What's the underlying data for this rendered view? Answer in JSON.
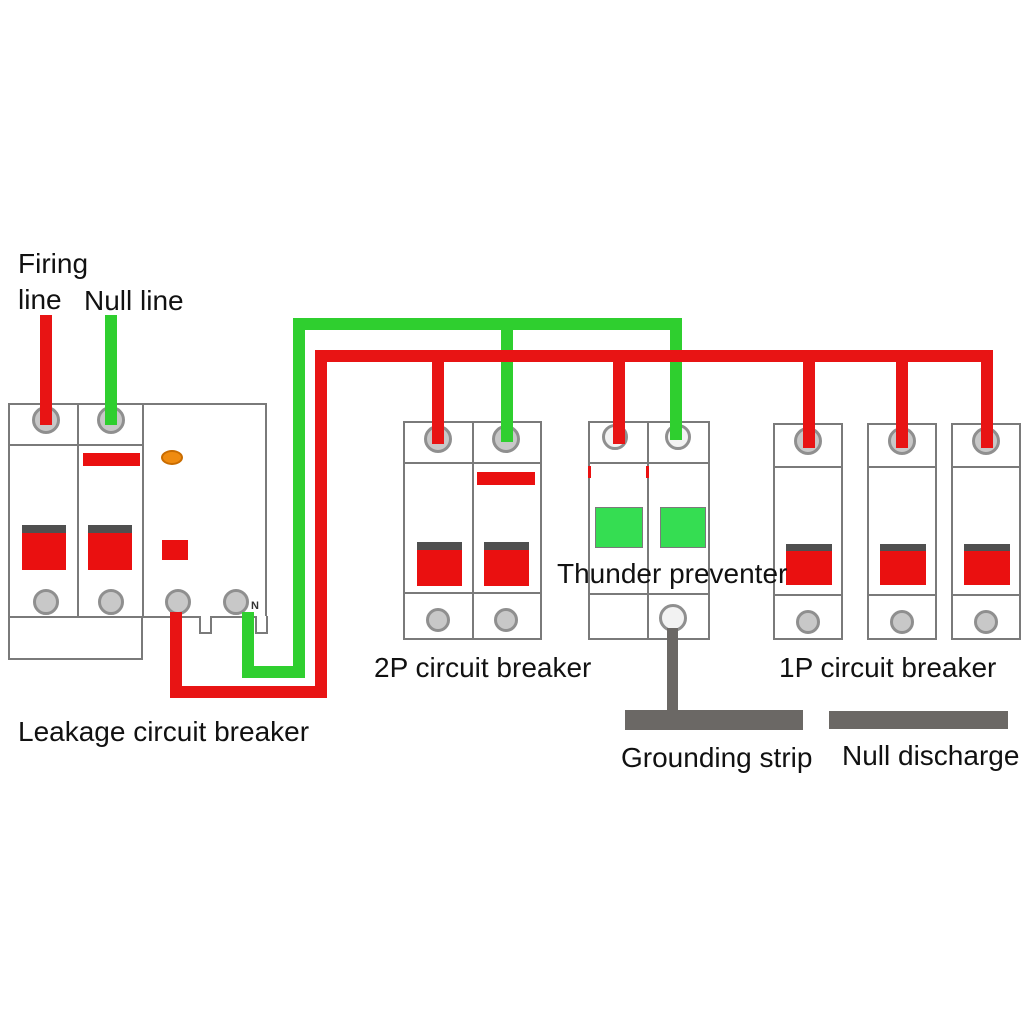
{
  "colors": {
    "background": "#ffffff",
    "live-wire": "#e81414",
    "neutral-wire": "#2fcf2f",
    "ground-wire": "#6b6865",
    "bus-strip": "#6b6865",
    "device-stroke": "#7a7a7a",
    "terminal-fill": "#c8c8c8",
    "terminal-stroke": "#8f8f8f",
    "terminal-light-fill": "#f2f2f2",
    "rocker-red": "#ea1010",
    "rocker-dark": "#4f4f4f",
    "indicator-orange": "#ef8b10",
    "indicator-orange-stroke": "#c96c00",
    "surge-green": "#35dd52",
    "text": "#111111"
  },
  "labels": {
    "firing_line": "Firing line",
    "null_line": "Null line",
    "leakage_breaker": "Leakage circuit breaker",
    "breaker_2p": "2P circuit breaker",
    "thunder_preventer": "Thunder preventer",
    "breaker_1p": "1P circuit breaker",
    "grounding_strip": "Grounding strip",
    "null_discharge": "Null discharge",
    "n_terminal": "N"
  }
}
